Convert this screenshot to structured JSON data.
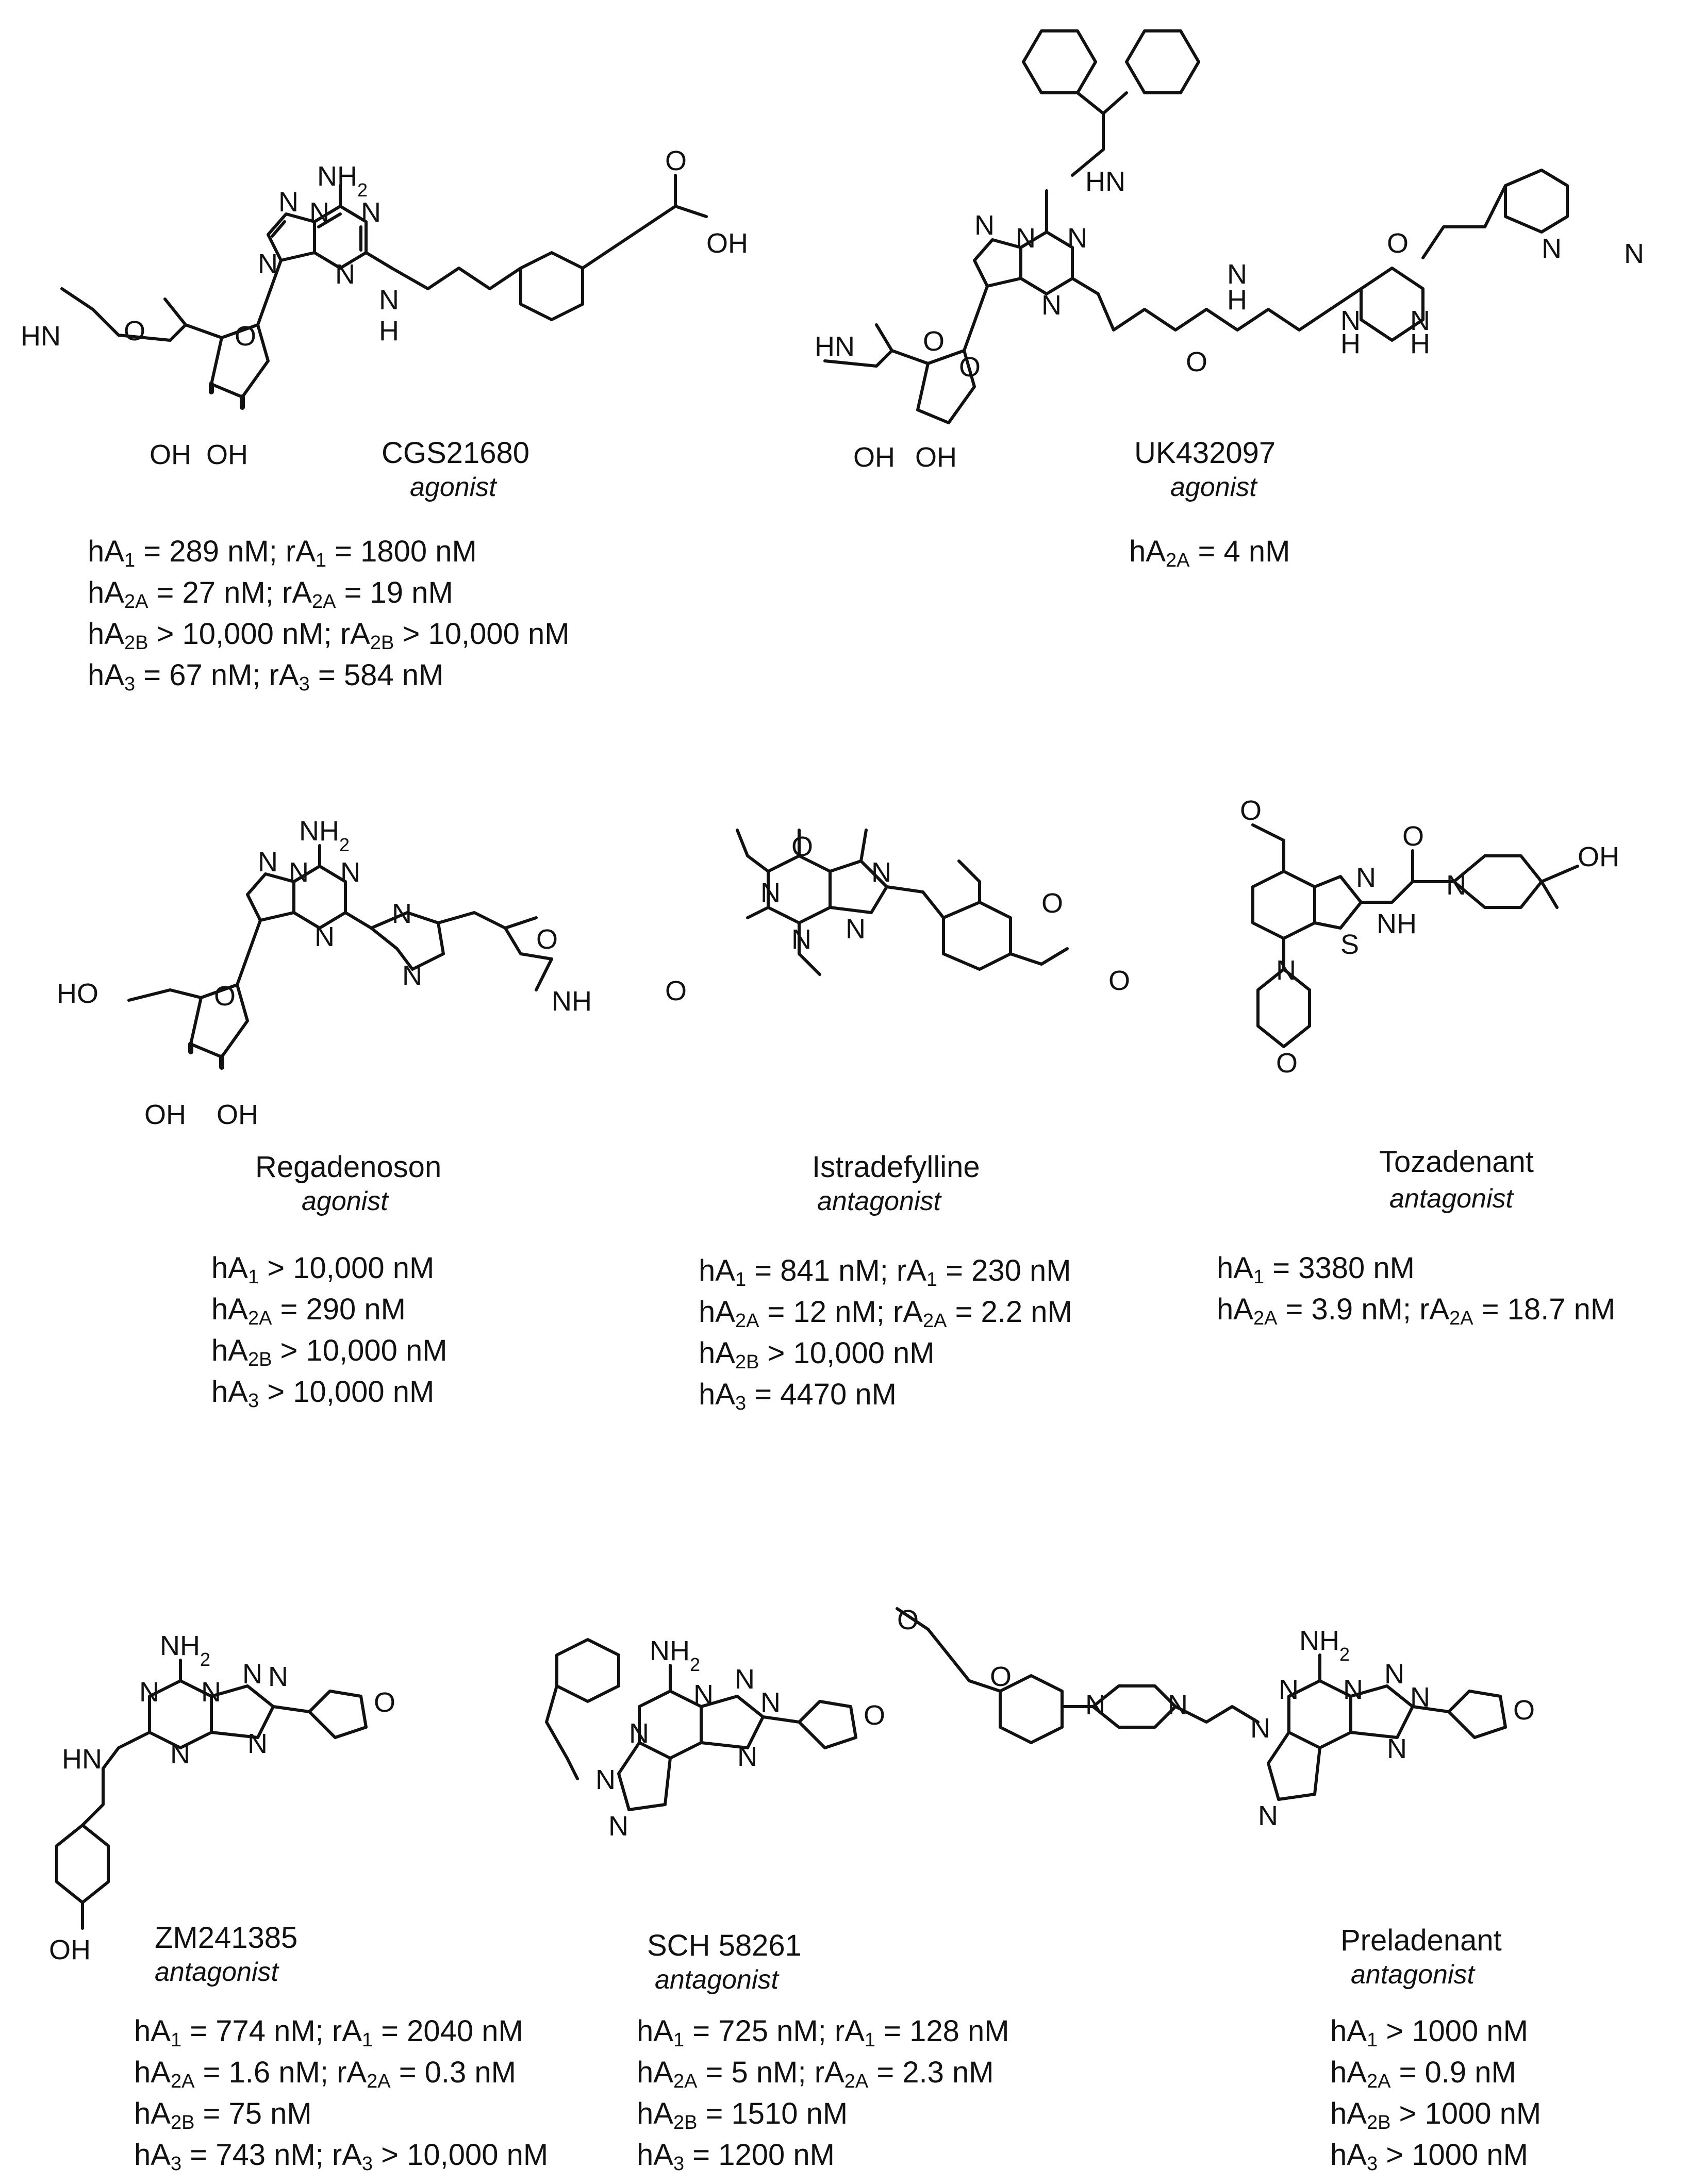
{
  "compounds": [
    {
      "id": "cgs21680",
      "name": "CGS21680",
      "role": "agonist",
      "atom_labels": [
        "NH2",
        "N",
        "N",
        "N",
        "N",
        "N",
        "HN",
        "O",
        "O",
        "OH",
        "OH",
        "N",
        "H",
        "O",
        "OH"
      ],
      "affinities": [
        [
          {
            "t": "hA"
          },
          {
            "s": "1"
          },
          {
            "t": " = 289 nM; rA"
          },
          {
            "s": "1"
          },
          {
            "t": " = 1800 nM"
          }
        ],
        [
          {
            "t": "hA"
          },
          {
            "s": "2A"
          },
          {
            "t": " = 27 nM; rA"
          },
          {
            "s": "2A"
          },
          {
            "t": " = 19 nM"
          }
        ],
        [
          {
            "t": "hA"
          },
          {
            "s": "2B"
          },
          {
            "t": " > 10,000 nM; rA"
          },
          {
            "s": "2B"
          },
          {
            "t": " > 10,000 nM"
          }
        ],
        [
          {
            "t": "hA"
          },
          {
            "s": "3"
          },
          {
            "t": " = 67 nM; rA"
          },
          {
            "s": "3"
          },
          {
            "t": " = 584 nM"
          }
        ]
      ]
    },
    {
      "id": "uk432097",
      "name": "UK432097",
      "role": "agonist",
      "atom_labels": [
        "HN",
        "N",
        "N",
        "N",
        "N",
        "HN",
        "O",
        "O",
        "OH",
        "OH",
        "O",
        "N",
        "H",
        "N",
        "H",
        "O",
        "N",
        "H",
        "N",
        "N"
      ],
      "affinities": [
        [
          {
            "t": "hA"
          },
          {
            "s": "2A"
          },
          {
            "t": " = 4 nM"
          }
        ]
      ]
    },
    {
      "id": "regadenoson",
      "name": "Regadenoson",
      "role": "agonist",
      "atom_labels": [
        "NH2",
        "N",
        "N",
        "N",
        "N",
        "HO",
        "O",
        "OH",
        "OH",
        "N",
        "N",
        "O",
        "NH"
      ],
      "affinities": [
        [
          {
            "t": "hA"
          },
          {
            "s": "1"
          },
          {
            "t": " > 10,000 nM"
          }
        ],
        [
          {
            "t": "hA"
          },
          {
            "s": "2A"
          },
          {
            "t": " = 290 nM"
          }
        ],
        [
          {
            "t": "hA"
          },
          {
            "s": "2B"
          },
          {
            "t": " > 10,000 nM"
          }
        ],
        [
          {
            "t": "hA"
          },
          {
            "s": "3"
          },
          {
            "t": " > 10,000 nM"
          }
        ]
      ]
    },
    {
      "id": "istradefylline",
      "name": "Istradefylline",
      "role": "antagonist",
      "atom_labels": [
        "O",
        "N",
        "N",
        "O",
        "N",
        "N",
        "O",
        "O"
      ],
      "affinities": [
        [
          {
            "t": "hA"
          },
          {
            "s": "1"
          },
          {
            "t": " = 841 nM; rA"
          },
          {
            "s": "1"
          },
          {
            "t": " = 230 nM"
          }
        ],
        [
          {
            "t": "hA"
          },
          {
            "s": "2A"
          },
          {
            "t": " = 12 nM; rA"
          },
          {
            "s": "2A"
          },
          {
            "t": " = 2.2 nM"
          }
        ],
        [
          {
            "t": "hA"
          },
          {
            "s": "2B"
          },
          {
            "t": " > 10,000 nM"
          }
        ],
        [
          {
            "t": "hA"
          },
          {
            "s": "3"
          },
          {
            "t": " = 4470 nM"
          }
        ]
      ]
    },
    {
      "id": "tozadenant",
      "name": "Tozadenant",
      "role": "antagonist",
      "atom_labels": [
        "O",
        "N",
        "S",
        "NH",
        "O",
        "N",
        "OH",
        "N",
        "O"
      ],
      "affinities": [
        [
          {
            "t": "hA"
          },
          {
            "s": "1"
          },
          {
            "t": " = 3380 nM"
          }
        ],
        [
          {
            "t": "hA"
          },
          {
            "s": "2A"
          },
          {
            "t": " = 3.9 nM; rA"
          },
          {
            "s": "2A"
          },
          {
            "t": " = 18.7 nM"
          }
        ]
      ]
    },
    {
      "id": "zm241385",
      "name": "ZM241385",
      "role": "antagonist",
      "atom_labels": [
        "NH2",
        "N",
        "N",
        "N",
        "N",
        "N",
        "N",
        "HN",
        "O",
        "OH"
      ],
      "affinities": [
        [
          {
            "t": "hA"
          },
          {
            "s": "1"
          },
          {
            "t": " = 774 nM; rA"
          },
          {
            "s": "1"
          },
          {
            "t": " = 2040 nM"
          }
        ],
        [
          {
            "t": "hA"
          },
          {
            "s": "2A"
          },
          {
            "t": " = 1.6 nM; rA"
          },
          {
            "s": "2A"
          },
          {
            "t": " = 0.3 nM"
          }
        ],
        [
          {
            "t": "hA"
          },
          {
            "s": "2B"
          },
          {
            "t": " = 75 nM"
          }
        ],
        [
          {
            "t": "hA"
          },
          {
            "s": "3"
          },
          {
            "t": " = 743 nM; rA"
          },
          {
            "s": "3"
          },
          {
            "t": " > 10,000 nM"
          }
        ]
      ]
    },
    {
      "id": "sch58261",
      "name": "SCH 58261",
      "role": "antagonist",
      "atom_labels": [
        "NH2",
        "N",
        "N",
        "N",
        "N",
        "N",
        "N",
        "N",
        "O"
      ],
      "affinities": [
        [
          {
            "t": "hA"
          },
          {
            "s": "1"
          },
          {
            "t": " = 725 nM; rA"
          },
          {
            "s": "1"
          },
          {
            "t": " = 128 nM"
          }
        ],
        [
          {
            "t": "hA"
          },
          {
            "s": "2A"
          },
          {
            "t": " = 5 nM; rA"
          },
          {
            "s": "2A"
          },
          {
            "t": " = 2.3 nM"
          }
        ],
        [
          {
            "t": "hA"
          },
          {
            "s": "2B"
          },
          {
            "t": " = 1510 nM"
          }
        ],
        [
          {
            "t": "hA"
          },
          {
            "s": "3"
          },
          {
            "t": " = 1200 nM"
          }
        ]
      ]
    },
    {
      "id": "preladenant",
      "name": "Preladenant",
      "role": "antagonist",
      "atom_labels": [
        "O",
        "O",
        "N",
        "N",
        "NH2",
        "N",
        "N",
        "N",
        "N",
        "N",
        "N",
        "N",
        "O"
      ],
      "affinities": [
        [
          {
            "t": "hA"
          },
          {
            "s": "1"
          },
          {
            "t": " > 1000 nM"
          }
        ],
        [
          {
            "t": "hA"
          },
          {
            "s": "2A"
          },
          {
            "t": " = 0.9 nM"
          }
        ],
        [
          {
            "t": "hA"
          },
          {
            "s": "2B"
          },
          {
            "t": " > 1000 nM"
          }
        ],
        [
          {
            "t": "hA"
          },
          {
            "s": "3"
          },
          {
            "t": " > 1000 nM"
          }
        ]
      ]
    }
  ]
}
